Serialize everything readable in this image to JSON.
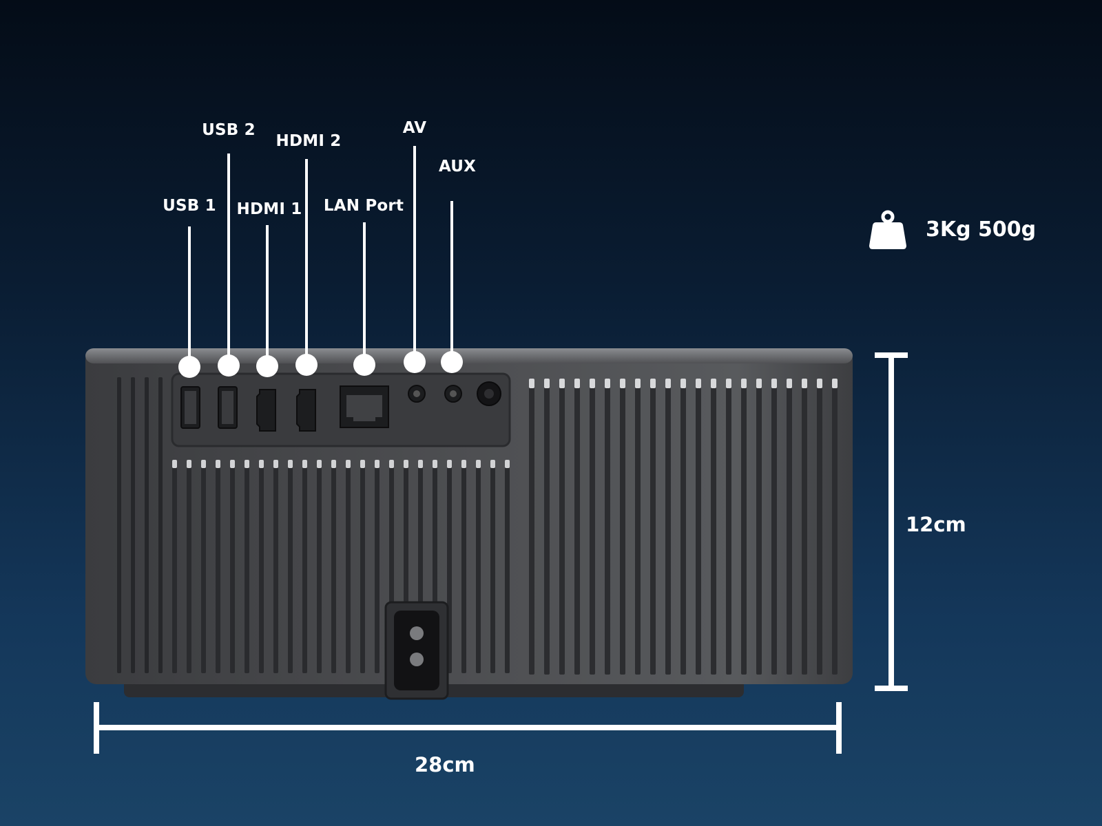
{
  "ports": [
    {
      "id": "usb1",
      "label": "USB 1"
    },
    {
      "id": "usb2",
      "label": "USB 2"
    },
    {
      "id": "hdmi1",
      "label": "HDMI 1"
    },
    {
      "id": "hdmi2",
      "label": "HDMI 2"
    },
    {
      "id": "lan",
      "label": "LAN Port"
    },
    {
      "id": "av",
      "label": "AV"
    },
    {
      "id": "aux",
      "label": "AUX"
    }
  ],
  "dimensions": {
    "width": "28cm",
    "height": "12cm"
  },
  "weight": {
    "icon": "weight-icon",
    "value": "3Kg 500g"
  },
  "colors": {
    "accent": "#ffffff",
    "body": "#4a4b4e",
    "panel": "#3b3c3f"
  }
}
